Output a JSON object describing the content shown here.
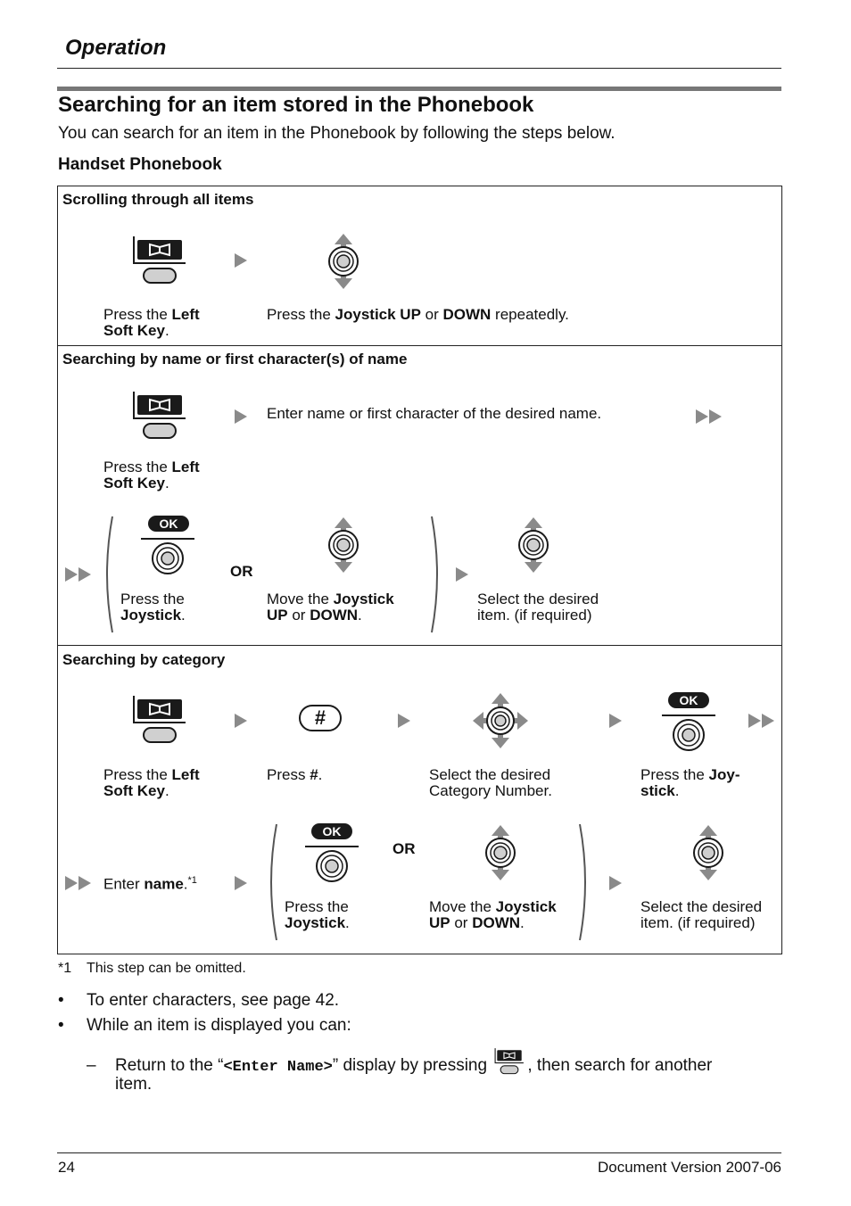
{
  "header": {
    "section": "Operation"
  },
  "title": "Searching for an item stored in the Phonebook",
  "intro": "You can search for an item in the Phonebook by following the steps below.",
  "subheading": "Handset Phonebook",
  "rows": {
    "scroll": {
      "title": "Scrolling through all items",
      "cap1": {
        "pre": "Press the ",
        "b1": "Left",
        "b2": "Soft Key",
        "post": "."
      },
      "cap2": {
        "pre": "Press the ",
        "b1": "Joystick UP",
        "mid": " or ",
        "b2": "DOWN",
        "post": " repeatedly."
      }
    },
    "name": {
      "title": "Searching by name or first character(s) of name",
      "cap1": {
        "pre": "Press the ",
        "b1": "Left",
        "b2": "Soft Key",
        "post": "."
      },
      "enter_text": "Enter name or first character of the desired name.",
      "or": "OR",
      "cap_press": {
        "pre": "Press the",
        "b": "Joystick",
        "post": "."
      },
      "cap_move": {
        "pre": "Move the ",
        "b1": "Joystick",
        "b2": "UP",
        "mid": " or ",
        "b3": "DOWN",
        "post": "."
      },
      "cap_select": {
        "l1": "Select the desired",
        "l2": "item. (if required)"
      },
      "ok_label": "OK"
    },
    "category": {
      "title": "Searching by category",
      "cap1": {
        "pre": "Press the ",
        "b1": "Left",
        "b2": "Soft Key",
        "post": "."
      },
      "cap_hash": {
        "pre": "Press ",
        "b": "#",
        "post": "."
      },
      "hash_label": "#",
      "cap_catnum": {
        "l1": "Select the desired",
        "l2": "Category Number."
      },
      "cap_joy": {
        "pre": "Press the ",
        "b1": "Joy-",
        "b2": "stick",
        "post": "."
      },
      "enter": {
        "pre": "Enter ",
        "b": "name",
        "post": ".",
        "sup": "*1"
      },
      "or": "OR",
      "cap_press": {
        "pre": "Press the",
        "b": "Joystick",
        "post": "."
      },
      "cap_move": {
        "pre": "Move the ",
        "b1": "Joystick",
        "b2": "UP",
        "mid": " or ",
        "b3": "DOWN",
        "post": "."
      },
      "cap_select": {
        "l1": "Select the desired",
        "l2": "item. (if required)"
      },
      "ok_label": "OK"
    }
  },
  "footnote": {
    "mark": "*1",
    "text": "This step can be omitted."
  },
  "bullets": {
    "b1": "To enter characters, see page 42.",
    "b2": "While an item is displayed you can:",
    "dash": "–",
    "sub_pre": "Return to the “",
    "sub_code": "<Enter Name>",
    "sub_mid": "” display by pressing",
    "sub_post": ", then search for another",
    "sub_cont": "item."
  },
  "footer": {
    "page": "24",
    "version": "Document Version 2007-06"
  },
  "colors": {
    "rule": "#777777",
    "key_fill": "#d0d0d0",
    "icon_dark": "#1a1a1a",
    "arrow_gray": "#8a8a8a"
  }
}
